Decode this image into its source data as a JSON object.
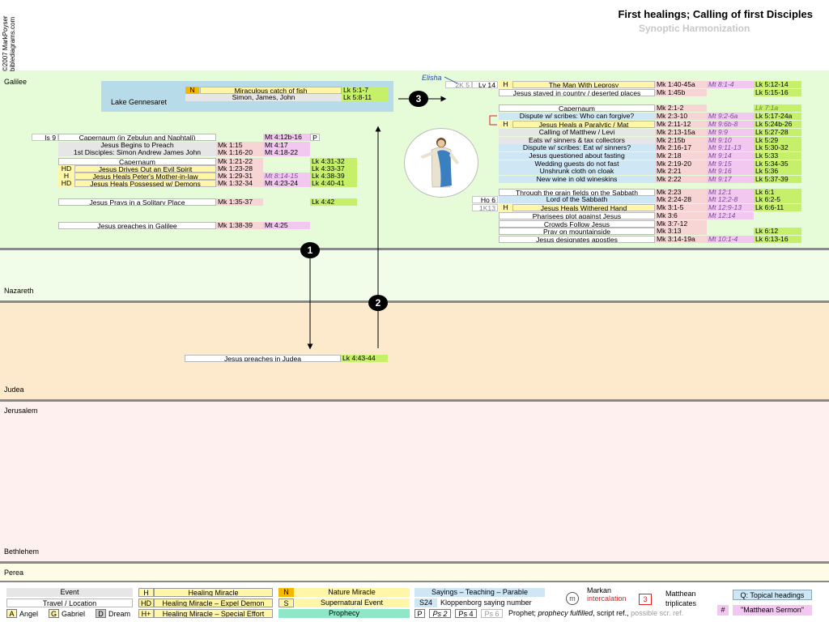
{
  "header": {
    "copyright": "©2007 MarkPoyser",
    "site": "biblediagrams.com",
    "title": "First healings; Calling of first Disciples",
    "subtitle": "Synoptic Harmonization"
  },
  "regions": {
    "galilee": "Galilee",
    "nazareth": "Nazareth",
    "judea": "Judea",
    "jerusalem": "Jerusalem",
    "bethlehem": "Bethlehem",
    "perea": "Perea"
  },
  "colors": {
    "galilee": "#e6fbd8",
    "nazareth": "#f1fde9",
    "judea": "#fde9cc",
    "jerusalem": "#fdf0ee",
    "perea": "#fefbe6",
    "mark": "#f8d5d5",
    "matthew": "#f2c8f0",
    "luke": "#c6ef6a",
    "sayings": "#cfe7f5",
    "nature": "#f5b800",
    "healing": "#fff6a8",
    "lake": "#b7dbe8"
  },
  "lake": {
    "label": "Lake Gennesaret",
    "rows": [
      {
        "code": "N",
        "event": "Miraculous catch of fish",
        "lk": "Lk 5:1-7"
      },
      {
        "code": "",
        "event": "Simon, James, John",
        "lk": "Lk 5:8-11"
      }
    ]
  },
  "left_rows": [
    {
      "ot": "Is 9",
      "code": "",
      "event": "Capernaum (in Zebulun and Naphtali)",
      "mk": "",
      "mt": "Mt 4:12b-16",
      "extra": "P",
      "lk": ""
    },
    {
      "ot": "",
      "code": "",
      "event": "Jesus Begins to Preach",
      "mk": "Mk 1:15",
      "mt": "Mt 4:17",
      "lk": ""
    },
    {
      "ot": "",
      "code": "",
      "event": "1st Disciples: Simon Andrew James John",
      "mk": "Mk 1:16-20",
      "mt": "Mt 4:18-22",
      "lk": ""
    },
    {
      "ot": "",
      "code": "",
      "event": "Capernaum",
      "mk": "Mk 1:21-22",
      "mt": "",
      "lk": "Lk 4:31-32"
    },
    {
      "ot": "",
      "code": "HD",
      "event": "Jesus Drives Out an Evil Spirit",
      "mk": "Mk 1:23-28",
      "mt": "",
      "lk": "Lk 4:33-37"
    },
    {
      "ot": "",
      "code": "H",
      "event": "Jesus Heals Peter's Mother-in-law",
      "mk": "Mk 1:29-31",
      "mt": "Mt 8:14-15",
      "lk": "Lk 4:38-39"
    },
    {
      "ot": "",
      "code": "HD",
      "event": "Jesus Heals Possessed w/ Demons",
      "mk": "Mk 1:32-34",
      "mt": "Mt 4:23-24",
      "lk": "Lk 4:40-41"
    }
  ],
  "prays": {
    "event": "Jesus Prays in a Solitary Place",
    "mk": "Mk 1:35-37",
    "lk": "Lk 4:42"
  },
  "preach_galilee": {
    "event": "Jesus preaches in Galilee",
    "mk": "Mk 1:38-39",
    "mt": "Mt 4:25"
  },
  "preach_judea": {
    "event": "Jesus preaches in Judea",
    "lk": "Lk 4:43-44"
  },
  "elisha": {
    "label": "Elisha"
  },
  "right_top": [
    {
      "ot": "2K 5",
      "ot2": "Lv 14",
      "code": "H",
      "event": "The Man With Leprosy",
      "mk": "Mk 1:40-45a",
      "mt": "Mt 8:1-4",
      "lk": "Lk 5:12-14"
    },
    {
      "ot": "",
      "ot2": "",
      "code": "",
      "event": "Jesus stayed in country / deserted places",
      "mk": "Mk 1:45b",
      "mt": "",
      "lk": "Lk 5:15-16"
    }
  ],
  "right_mid": [
    {
      "code": "",
      "event": "Capernaum",
      "mk": "Mk 2:1-2",
      "mt": "",
      "lk": "Lk 7:1a",
      "kind": "ev"
    },
    {
      "code": "",
      "event": "Dispute w/ scribes: Who can forgive?",
      "mk": "Mk 2:3-10",
      "mt": "Mt 9:2-6a",
      "lk": "Lk 5:17-24a",
      "kind": "evs"
    },
    {
      "code": "H",
      "event": "Jesus Heals a Paralytic / Mat",
      "mk": "Mk 2:11-12",
      "mt": "Mt 9:6b-8",
      "lk": "Lk 5:24b-26",
      "kind": "ev"
    },
    {
      "code": "",
      "event": "Calling of Matthew / Levi",
      "mk": "Mk 2:13-15a",
      "mt": "Mt 9:9",
      "lk": "Lk 5:27-28",
      "kind": "evg"
    },
    {
      "code": "",
      "event": "Eats w/ sinners & tax collectors",
      "mk": "Mk 2:15b",
      "mt": "Mt 9:10",
      "lk": "Lk 5:29",
      "kind": "evg"
    },
    {
      "code": "",
      "event": "Dispute w/ scribes: Eat w/ sinners?",
      "mk": "Mk 2:16-17",
      "mt": "Mt 9:11-13",
      "lk": "Lk 5:30-32",
      "kind": "evs"
    },
    {
      "code": "",
      "event": "Jesus questioned about fasting",
      "mk": "Mk 2:18",
      "mt": "Mt 9:14",
      "lk": "Lk 5:33",
      "kind": "evs"
    },
    {
      "code": "",
      "event": "Wedding guests do not fast",
      "mk": "Mk 2:19-20",
      "mt": "Mt 9:15",
      "lk": "Lk 5:34-35",
      "kind": "evs"
    },
    {
      "code": "",
      "event": "Unshrunk cloth on cloak",
      "mk": "Mk 2:21",
      "mt": "Mt 9:16",
      "lk": "Lk 5:36",
      "kind": "evs"
    },
    {
      "code": "",
      "event": "New wine in old wineskins",
      "mk": "Mk 2:22",
      "mt": "Mt 9:17",
      "lk": "Lk 5:37-39",
      "kind": "evs"
    }
  ],
  "right_bottom": [
    {
      "ot": "",
      "code": "",
      "event": "Through the grain fields on the Sabbath",
      "mk": "Mk 2:23",
      "mt": "Mt 12:1",
      "lk": "Lk 6:1",
      "kind": "ev"
    },
    {
      "ot": "Ho 6",
      "code": "",
      "event": "Lord of the Sabbath",
      "mk": "Mk 2:24-28",
      "mt": "Mt 12:2-8",
      "lk": "Lk 6:2-5",
      "kind": "evs"
    },
    {
      "ot": "1K13",
      "code": "H",
      "event": "Jesus Heals Withered Hand",
      "mk": "Mk 3:1-5",
      "mt": "Mt 12:9-13",
      "lk": "Lk 6:6-11",
      "kind": "ev"
    },
    {
      "ot": "",
      "code": "",
      "event": "Pharisees plot against Jesus",
      "mk": "Mk 3:6",
      "mt": "Mt 12:14",
      "lk": "",
      "kind": "ev"
    },
    {
      "ot": "",
      "code": "",
      "event": "Crowds Follow Jesus",
      "mk": "Mk 3:7-12",
      "mt": "",
      "lk": "",
      "kind": "ev"
    },
    {
      "ot": "",
      "code": "",
      "event": "Pray on mountainside",
      "mk": "Mk 3:13",
      "mt": "",
      "lk": "Lk 6:12",
      "kind": "ev"
    },
    {
      "ot": "",
      "code": "",
      "event": "Jesus designates apostles",
      "mk": "Mk 3:14-19a",
      "mt": "Mt 10:1-4",
      "lk": "Lk 6:13-16",
      "kind": "ev"
    }
  ],
  "markers": [
    "1",
    "2",
    "3"
  ],
  "legend": {
    "event": "Event",
    "travel": "Travel / Location",
    "angel_code": "A",
    "angel": "Angel",
    "gabriel_code": "G",
    "gabriel": "Gabriel",
    "dream_code": "D",
    "dream": "Dream",
    "h_code": "H",
    "h": "Healing Miracle",
    "hd_code": "HD",
    "hd": "Healing Miracle – Expel Demon",
    "hp_code": "H+",
    "hp": "Healing Miracle – Special Effort",
    "n_code": "N",
    "n": "Nature Miracle",
    "s_code": "S",
    "s": "Supernatural Event",
    "prophecy": "Prophecy",
    "sayings": "Sayings – Teaching – Parable",
    "s24_code": "S24",
    "s24": "Kloppenborg saying number",
    "p_code": "P",
    "ps2": "Ps 2",
    "ps4": "Ps 4",
    "ps6": "Ps 6",
    "prophet_text": "Prophet;",
    "prophecy_fulfilled": "prophecy fulfilled",
    "script_ref": ", script ref.,",
    "possible_ref": "possible scr. ref.",
    "markan": "Markan",
    "intercalation": "intercalation",
    "markan_icon": "m",
    "matthean": "Matthean",
    "triplicates": "triplicates",
    "matthean_icon": "3",
    "topical": "Q: Topical headings",
    "sermon_code": "#",
    "sermon": "\"Matthean Sermon\""
  }
}
